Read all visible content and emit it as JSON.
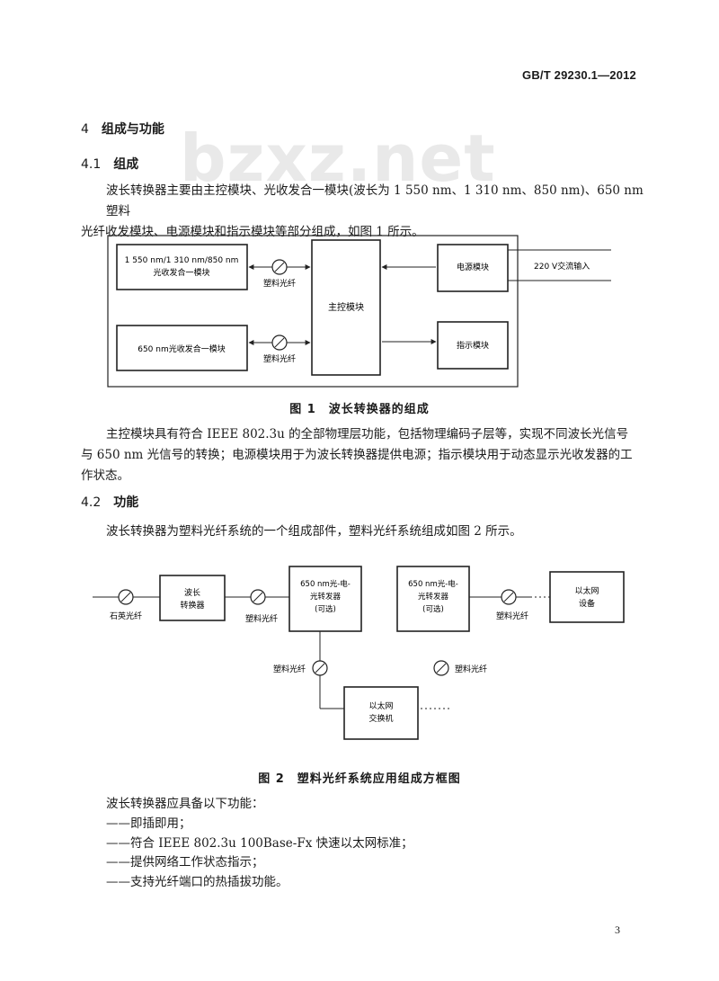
{
  "header": {
    "standard_no": "GB/T 29230.1—2012"
  },
  "watermark": {
    "text": "bzxz.net"
  },
  "sec4": {
    "num": "4",
    "title": "组成与功能"
  },
  "sec41": {
    "num": "4.1",
    "title": "组成"
  },
  "p1": {
    "line1": "波长转换器主要由主控模块、光收发合一模块(波长为 1 550 nm、1 310 nm、850 nm)、650 nm 塑料",
    "line2": "光纤收发模块、电源模块和指示模块等部分组成，如图 1 所示。"
  },
  "fig1": {
    "box_1550_l1": "1 550 nm/1 310 nm/850 nm",
    "box_1550_l2": "光收发合一模块",
    "box_650": "650 nm光收发合一模块",
    "pof_top": "塑料光纤",
    "pof_bottom": "塑料光纤",
    "main": "主控模块",
    "power": "电源模块",
    "ac_in": "220 V交流输入",
    "indicator": "指示模块",
    "caption": "图 1　波长转换器的组成"
  },
  "p2": {
    "line1": "主控模块具有符合 IEEE 802.3u 的全部物理层功能，包括物理编码子层等，实现不同波长光信号",
    "line2": "与 650 nm 光信号的转换；电源模块用于为波长转换器提供电源；指示模块用于动态显示光收发器的工",
    "line3": "作状态。"
  },
  "sec42": {
    "num": "4.2",
    "title": "功能"
  },
  "p3": {
    "line1": "波长转换器为塑料光纤系统的一个组成部件，塑料光纤系统组成如图 2 所示。"
  },
  "fig2": {
    "quartz": "石英光纤",
    "conv_l1": "波长",
    "conv_l2": "转换器",
    "pof1": "塑料光纤",
    "tr1_l1": "650 nm光-电-",
    "tr1_l2": "光转发器",
    "tr1_l3": "(可选)",
    "tr2_l1": "650 nm光-电-",
    "tr2_l2": "光转发器",
    "tr2_l3": "(可选)",
    "pof2": "塑料光纤",
    "eth_dev_l1": "以太网",
    "eth_dev_l2": "设备",
    "pof3": "塑料光纤",
    "pof4": "塑料光纤",
    "switch_l1": "以太网",
    "switch_l2": "交换机",
    "caption": "图 2　塑料光纤系统应用组成方框图"
  },
  "p4": {
    "intro": "波长转换器应具备以下功能："
  },
  "features": [
    "——即插即用；",
    "——符合 IEEE 802.3u 100Base-Fx 快速以太网标准；",
    "——提供网络工作状态指示；",
    "——支持光纤端口的热插拔功能。"
  ],
  "page": {
    "number": "3"
  }
}
